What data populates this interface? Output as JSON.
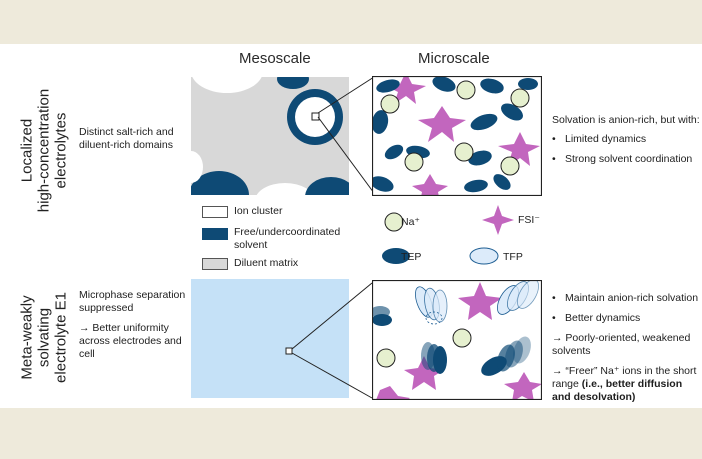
{
  "headers": {
    "mesoscale": "Mesoscale",
    "microscale": "Microscale"
  },
  "rows": [
    {
      "title_line1": "Localized",
      "title_line2": "high-concentration",
      "title_line3": "electrolytes",
      "desc": "Distinct salt-rich and diluent-rich domains",
      "summary_intro": "Solvation is anion-rich, but with:",
      "bullets": [
        "Limited dynamics",
        "Strong solvent coordination"
      ]
    },
    {
      "title_line1": "Meta-weakly",
      "title_line2": "solvating",
      "title_line3": "electrolyte E1",
      "desc_line1": "Microphase separation suppressed",
      "desc_line2": "→ Better uniformity across electrodes and cell",
      "bullets": [
        "Maintain anion-rich solvation",
        "Better dynamics",
        "→ Poorly-oriented, weakened solvents"
      ],
      "last_plain": "→ “Freer” Na⁺ ions in the short range ",
      "last_bold": "(i.e., better diffusion and desolvation)"
    }
  ],
  "legend_meso": [
    "Ion cluster",
    "Free/undercoordinated solvent",
    "Diluent matrix"
  ],
  "legend_micro": {
    "na": "Na⁺",
    "fsi": "FSI⁻",
    "tep": "TEP",
    "tfp": "TFP"
  },
  "colors": {
    "navy": "#0e4a75",
    "diluent": "#d8d8d8",
    "light_blue": "#c5e1f7",
    "na_green": "#e6f0cf",
    "fsi_purple": "#c266be",
    "tfp_fill": "#dcebfa"
  }
}
